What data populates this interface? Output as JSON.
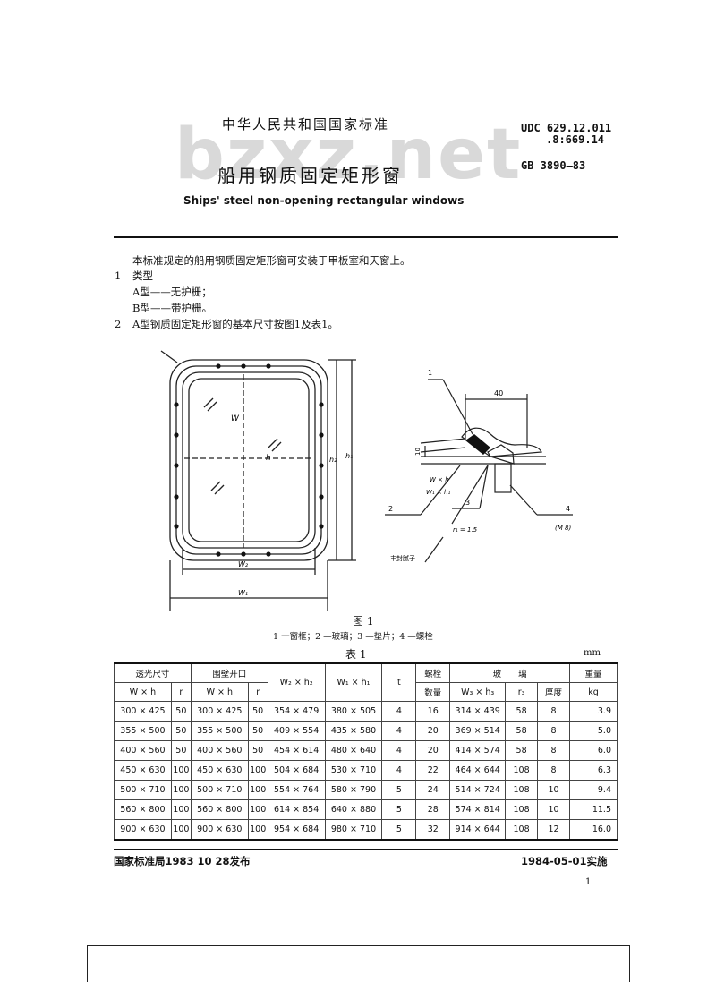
{
  "header": {
    "watermark": "bzxz.net",
    "country_standard": "中华人民共和国国家标准",
    "title_cn": "船用钢质固定矩形窗",
    "title_en": "Ships' steel non-opening rectangular windows",
    "udc_line1": "UDC 629.12.011",
    "udc_line2": ".8:669.14",
    "gb_code": "GB 3890—83"
  },
  "body": {
    "intro": "本标准规定的船用钢质固定矩形窗可安装于甲板室和天窗上。",
    "s1_num": "1",
    "s1_title": "类型",
    "s1_a": "A型——无护栅；",
    "s1_b": "B型——带护栅。",
    "s2_num": "2",
    "s2_text": "A型钢质固定矩形窗的基本尺寸按图1及表1。"
  },
  "figure": {
    "labels": {
      "W": "W",
      "h": "h",
      "h2": "h₂",
      "h1": "h₁",
      "W2": "W₂",
      "W1": "W₁",
      "n1": "1",
      "n2": "2",
      "n3": "3",
      "n4": "4",
      "dim40": "40",
      "dim10": "10",
      "wh": "W × h",
      "w1h1": "W₁ × h₁",
      "r1": "r₁ = 1.5",
      "m8": "(M 8)",
      "seal": "丰封腻子"
    },
    "caption": "图 1",
    "legend": "1 一窗框；2 —玻璃；3 —垫片；4 —螺栓"
  },
  "table": {
    "title": "表 1",
    "unit": "mm",
    "headers": {
      "clear_opening": "透光尺寸",
      "wall_opening": "围壁开口",
      "w2h2": "W₂ × h₂",
      "w1h1": "W₁ × h₁",
      "t": "t",
      "bolt": "螺栓",
      "bolt_count": "数量",
      "glass": "玻　　璃",
      "glass_size": "W₃ × h₃",
      "r3": "r₃",
      "thickness": "厚度",
      "weight": "重量",
      "kg": "kg",
      "wh": "W × h",
      "r": "r"
    },
    "rows": [
      [
        "300 × 425",
        "50",
        "300 × 425",
        "50",
        "354 × 479",
        "380 × 505",
        "4",
        "16",
        "314 × 439",
        "58",
        "8",
        "3.9"
      ],
      [
        "355 × 500",
        "50",
        "355 × 500",
        "50",
        "409 × 554",
        "435 × 580",
        "4",
        "20",
        "369 × 514",
        "58",
        "8",
        "5.0"
      ],
      [
        "400 × 560",
        "50",
        "400 × 560",
        "50",
        "454 × 614",
        "480 × 640",
        "4",
        "20",
        "414 × 574",
        "58",
        "8",
        "6.0"
      ],
      [
        "450 × 630",
        "100",
        "450 × 630",
        "100",
        "504 × 684",
        "530 × 710",
        "4",
        "22",
        "464 × 644",
        "108",
        "8",
        "6.3"
      ],
      [
        "500 × 710",
        "100",
        "500 × 710",
        "100",
        "554 × 764",
        "580 × 790",
        "5",
        "24",
        "514 × 724",
        "108",
        "10",
        "9.4"
      ],
      [
        "560 × 800",
        "100",
        "560 × 800",
        "100",
        "614 × 854",
        "640 × 880",
        "5",
        "28",
        "574 × 814",
        "108",
        "10",
        "11.5"
      ],
      [
        "900 × 630",
        "100",
        "900 × 630",
        "100",
        "954 × 684",
        "980 × 710",
        "5",
        "32",
        "914 × 644",
        "108",
        "12",
        "16.0"
      ]
    ]
  },
  "footer": {
    "issued": "国家标准局1983 10 28发布",
    "effective": "1984-05-01实施",
    "page": "1"
  }
}
